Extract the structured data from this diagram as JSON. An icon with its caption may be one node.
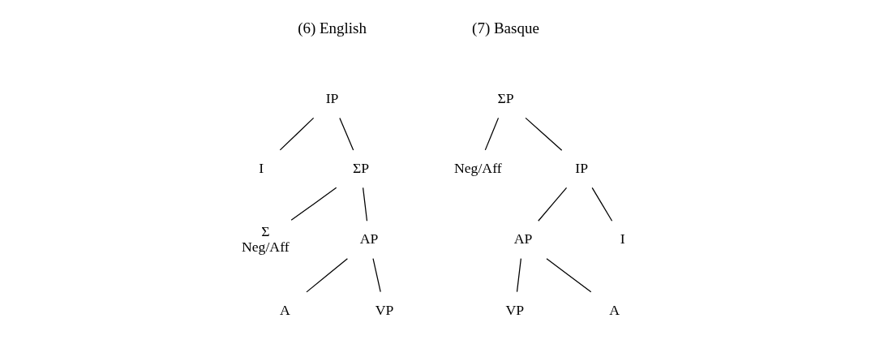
{
  "diagram": {
    "nodes": [
      {
        "text": [
          "IP"
        ]
      },
      {
        "text": [
          "I"
        ]
      },
      {
        "text": [
          "ΣP"
        ]
      },
      {
        "text": [
          "Σ",
          "Neg/Aff"
        ]
      },
      {
        "text": [
          "AP"
        ]
      },
      {
        "text": [
          "A"
        ]
      },
      {
        "text": [
          "VP"
        ]
      },
      {
        "text": [
          "ΣP"
        ]
      },
      {
        "text": [
          "Neg/Aff"
        ]
      },
      {
        "text": [
          "IP"
        ]
      },
      {
        "text": [
          "AP"
        ]
      },
      {
        "text": [
          "I"
        ]
      },
      {
        "text": [
          "VP"
        ]
      },
      {
        "text": [
          "A"
        ]
      }
    ],
    "edges": [
      {
        "from": 0,
        "to": 1,
        "arrow": "none"
      },
      {
        "from": 0,
        "to": 2,
        "arrow": "none"
      },
      {
        "from": 2,
        "to": 3,
        "arrow": "none"
      },
      {
        "from": 2,
        "to": 4,
        "arrow": "none"
      },
      {
        "from": 4,
        "to": 5,
        "arrow": "none"
      },
      {
        "from": 4,
        "to": 6,
        "arrow": "none"
      },
      {
        "from": 7,
        "to": 8,
        "arrow": "none"
      },
      {
        "from": 7,
        "to": 9,
        "arrow": "none"
      },
      {
        "from": 9,
        "to": 10,
        "arrow": "none"
      },
      {
        "from": 9,
        "to": 11,
        "arrow": "none"
      },
      {
        "from": 10,
        "to": 12,
        "arrow": "none"
      },
      {
        "from": 10,
        "to": 13,
        "arrow": "none"
      }
    ],
    "labels": [
      "(6) English",
      "(7) Basque"
    ]
  }
}
